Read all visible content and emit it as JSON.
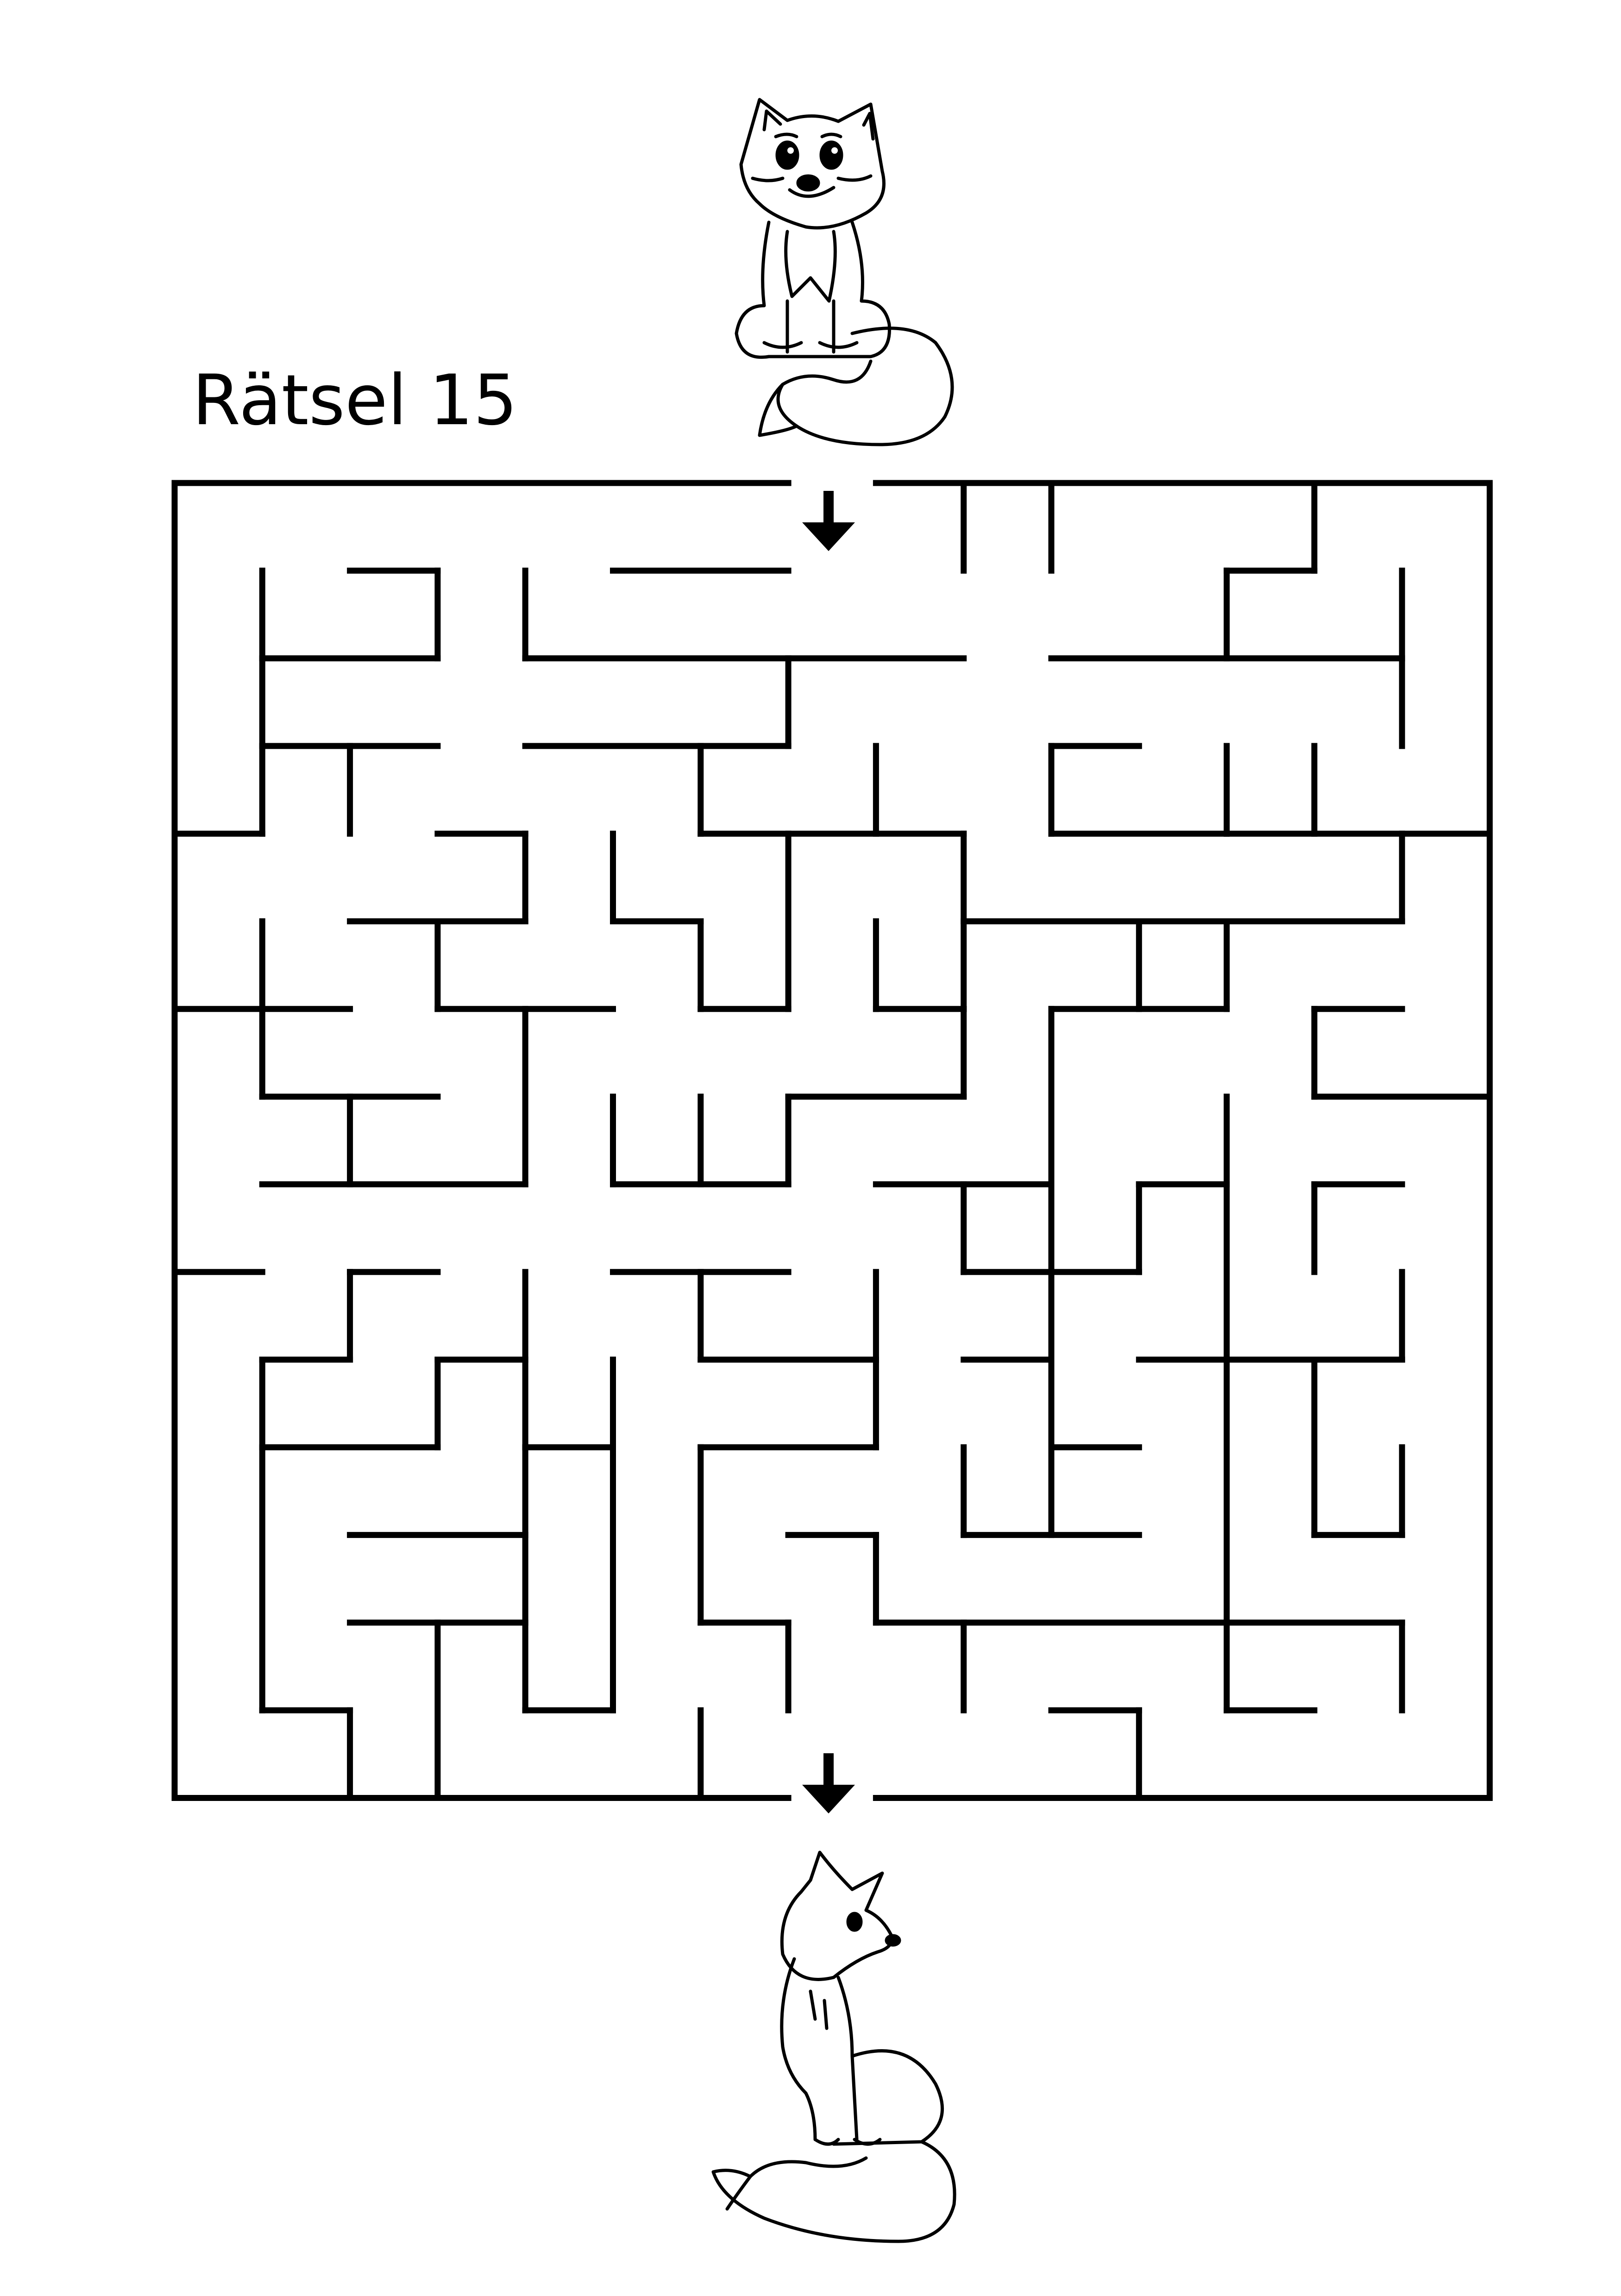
{
  "puzzle": {
    "title": "Rätsel 15",
    "start_character": "fox-kit-icon",
    "goal_character": "fox-icon",
    "entrance": "top",
    "exit": "bottom",
    "grid": {
      "rows": 15,
      "cols": 15
    }
  },
  "colors": {
    "ink": "#000000",
    "paper": "#ffffff"
  }
}
